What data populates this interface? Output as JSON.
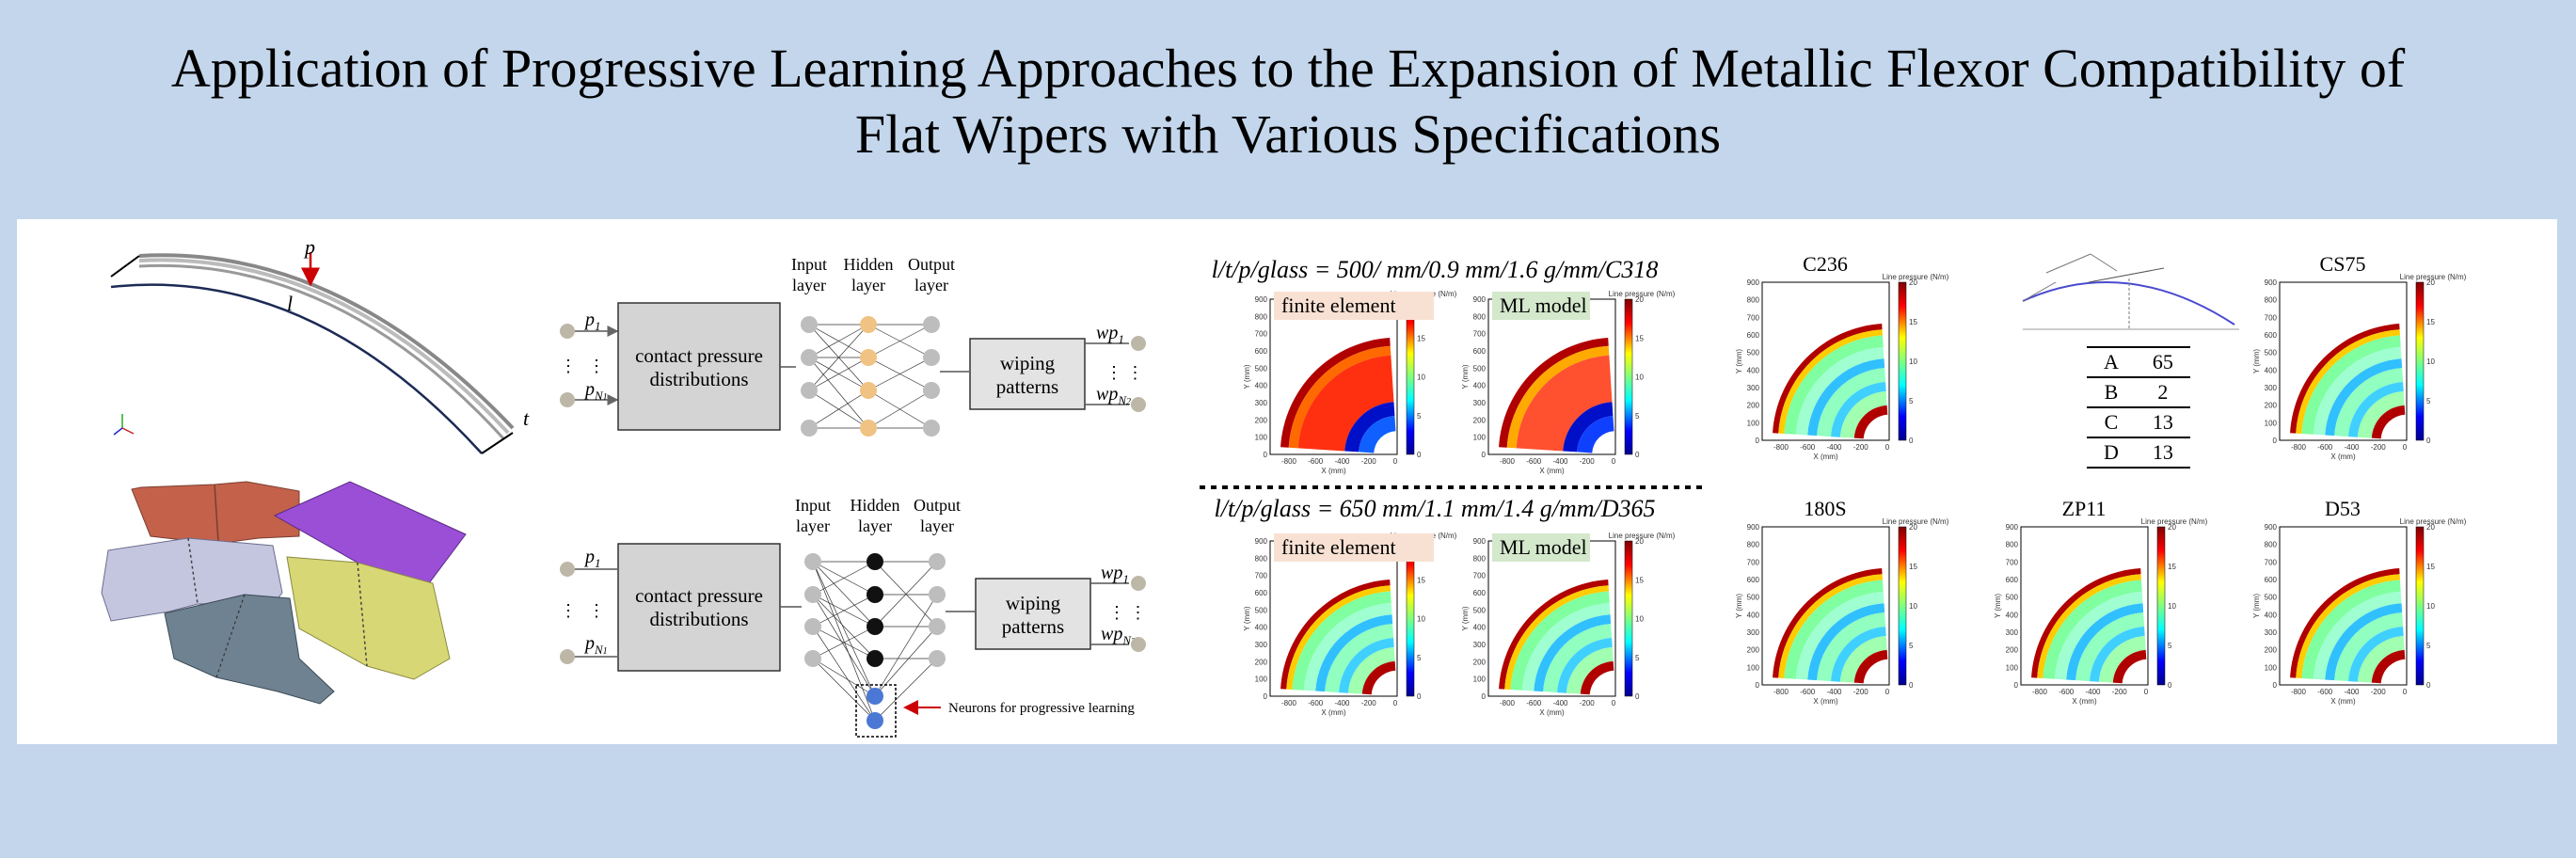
{
  "title_line1": "Application of Progressive Learning Approaches to the Expansion of Metallic Flexor Compatibility of",
  "title_line2": "Flat Wipers with Various Specifications",
  "left": {
    "label_p": "p",
    "label_l": "l",
    "label_t": "t"
  },
  "network": {
    "input_layer": [
      "Input",
      "layer"
    ],
    "hidden_layer": [
      "Hidden",
      "layer"
    ],
    "output_layer": [
      "Output",
      "layer"
    ],
    "contact": [
      "contact pressure",
      "distributions"
    ],
    "wiping": [
      "wiping",
      "patterns"
    ],
    "progressive_note": "Neurons for progressive learning"
  },
  "middle": {
    "row1_label": "l/t/p/glass = 500/ mm/0.9 mm/1.6 g/mm/C318",
    "row2_label": "l/t/p/glass = 650 mm/1.1 mm/1.4 g/mm/D365",
    "fe_label": "finite element",
    "ml_label": "ML model",
    "colorbar_title": "Line pressure (N/m)",
    "x_axis": "X (mm)",
    "y_axis": "Y (mm)",
    "y_ticks": [
      "900",
      "800",
      "700",
      "600",
      "500",
      "400",
      "300",
      "200",
      "100",
      "0"
    ],
    "x_ticks": [
      "-800",
      "-600",
      "-400",
      "-200",
      "0"
    ],
    "cb_ticks": [
      "20",
      "15",
      "10",
      "5",
      "0"
    ]
  },
  "right": {
    "plots": [
      "C236",
      "CS75",
      "180S",
      "ZP11",
      "D53"
    ],
    "dims": [
      [
        "A",
        "65"
      ],
      [
        "B",
        "2"
      ],
      [
        "C",
        "13"
      ],
      [
        "D",
        "13"
      ]
    ]
  }
}
